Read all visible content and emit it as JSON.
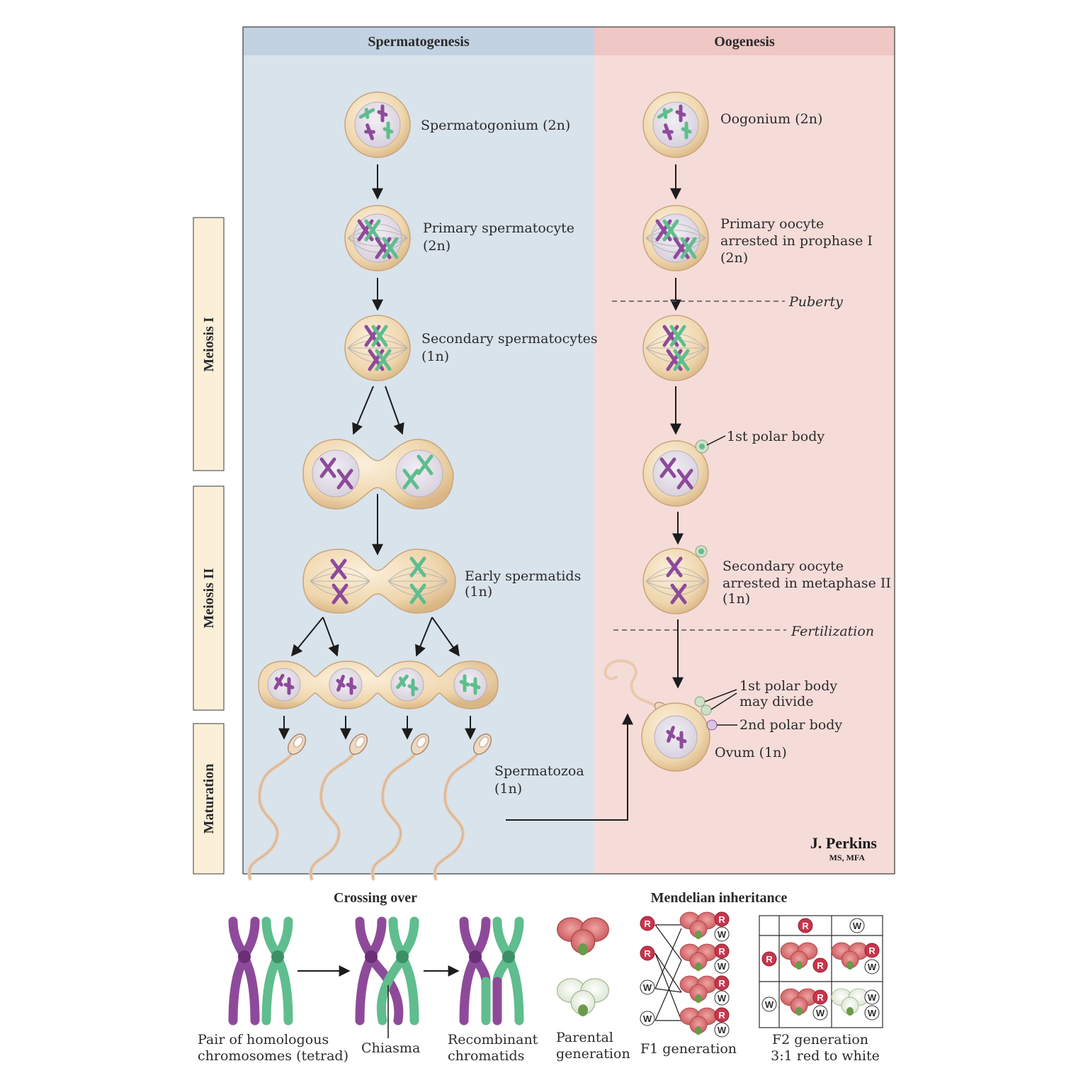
{
  "colors": {
    "sperm_panel": "#d9e3ec",
    "sperm_header": "#c3d2e2",
    "oo_panel": "#f6dcd9",
    "oo_header": "#efc7c4",
    "side_box": "#fbefd8",
    "cell_cytoplasm": "#efd9b5",
    "cell_nucleus": "#e3dde6",
    "chrom_purple": "#8e4a9a",
    "chrom_green": "#5fbd8e",
    "red_allele": "#c8354d"
  },
  "headers": {
    "sperm": "Spermatogenesis",
    "oo": "Oogenesis"
  },
  "side_labels": {
    "meiosis1": "Meiosis I",
    "meiosis2": "Meiosis II",
    "maturation": "Maturation"
  },
  "sperm": {
    "spermatogonium": "Spermatogonium (2n)",
    "primary": "Primary spermatocyte",
    "primary_n": "(2n)",
    "secondary": "Secondary spermatocytes",
    "secondary_n": "(1n)",
    "early": "Early spermatids",
    "early_n": "(1n)",
    "spermatozoa": "Spermatozoa",
    "spermatozoa_n": "(1n)"
  },
  "oo": {
    "oogonium": "Oogonium (2n)",
    "primary_1": "Primary oocyte",
    "primary_2": "arrested in prophase I",
    "primary_3": "(2n)",
    "puberty": "Puberty",
    "polar1": "1st polar body",
    "secondary_1": "Secondary oocyte",
    "secondary_2": "arrested in metaphase II",
    "secondary_3": "(1n)",
    "fertilization": "Fertilization",
    "polar1_divide_1": "1st polar body",
    "polar1_divide_2": "may divide",
    "polar2": "2nd polar body",
    "ovum": "Ovum (1n)"
  },
  "signature": {
    "name": "J. Perkins",
    "credentials": "MS, MFA"
  },
  "crossing": {
    "title": "Crossing over",
    "pair_1": "Pair of homologous",
    "pair_2": "chromosomes (tetrad)",
    "chiasma": "Chiasma",
    "recomb_1": "Recombinant",
    "recomb_2": "chromatids"
  },
  "mendel": {
    "title": "Mendelian inheritance",
    "parental_1": "Parental",
    "parental_2": "generation",
    "f1": "F1 generation",
    "f2_1": "F2 generation",
    "f2_2": "3:1 red to white",
    "allele_r": "R",
    "allele_w": "W"
  }
}
